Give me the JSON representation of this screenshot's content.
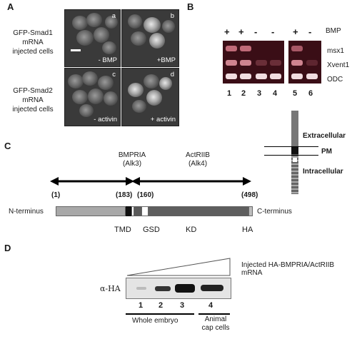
{
  "panel_a": {
    "letter": "A",
    "row1_label": [
      "GFP-Smad1",
      "mRNA",
      "injected cells"
    ],
    "row2_label": [
      "GFP-Smad2",
      "mRNA",
      "injected cells"
    ],
    "tiles": [
      {
        "corner": "a",
        "caption": "- BMP"
      },
      {
        "corner": "b",
        "caption": "+BMP"
      },
      {
        "corner": "c",
        "caption": "- activin"
      },
      {
        "corner": "d",
        "caption": "+ activin"
      }
    ]
  },
  "panel_b": {
    "letter": "B",
    "signs": [
      "+",
      "+",
      "-",
      "-",
      "+",
      "-"
    ],
    "bmp_label": "BMP",
    "rows": [
      "msx1",
      "Xvent1",
      "ODC"
    ],
    "lanes": [
      "1",
      "2",
      "3",
      "4",
      "5",
      "6"
    ]
  },
  "panel_c": {
    "letter": "C",
    "bmpria": [
      "BMPRIA",
      "(Alk3)"
    ],
    "actriib": [
      "ActRIIB",
      "(Alk4)"
    ],
    "positions": [
      "(1)",
      "(183)",
      "(160)",
      "(498)"
    ],
    "n_term": "N-terminus",
    "c_term": "C-terminus",
    "domains": [
      "TMD",
      "GSD",
      "KD",
      "HA"
    ],
    "membrane": {
      "extracellular": "Extracellular",
      "pm": "PM",
      "intracellular": "Intracellular"
    }
  },
  "panel_d": {
    "letter": "D",
    "mrna_label": "Injected HA-BMPRIA/ActRIIB mRNA",
    "ha_label": "α-HA",
    "lanes": [
      "1",
      "2",
      "3",
      "4"
    ],
    "whole_embryo": "Whole embryo",
    "animal_cap": [
      "Animal",
      "cap cells"
    ]
  }
}
